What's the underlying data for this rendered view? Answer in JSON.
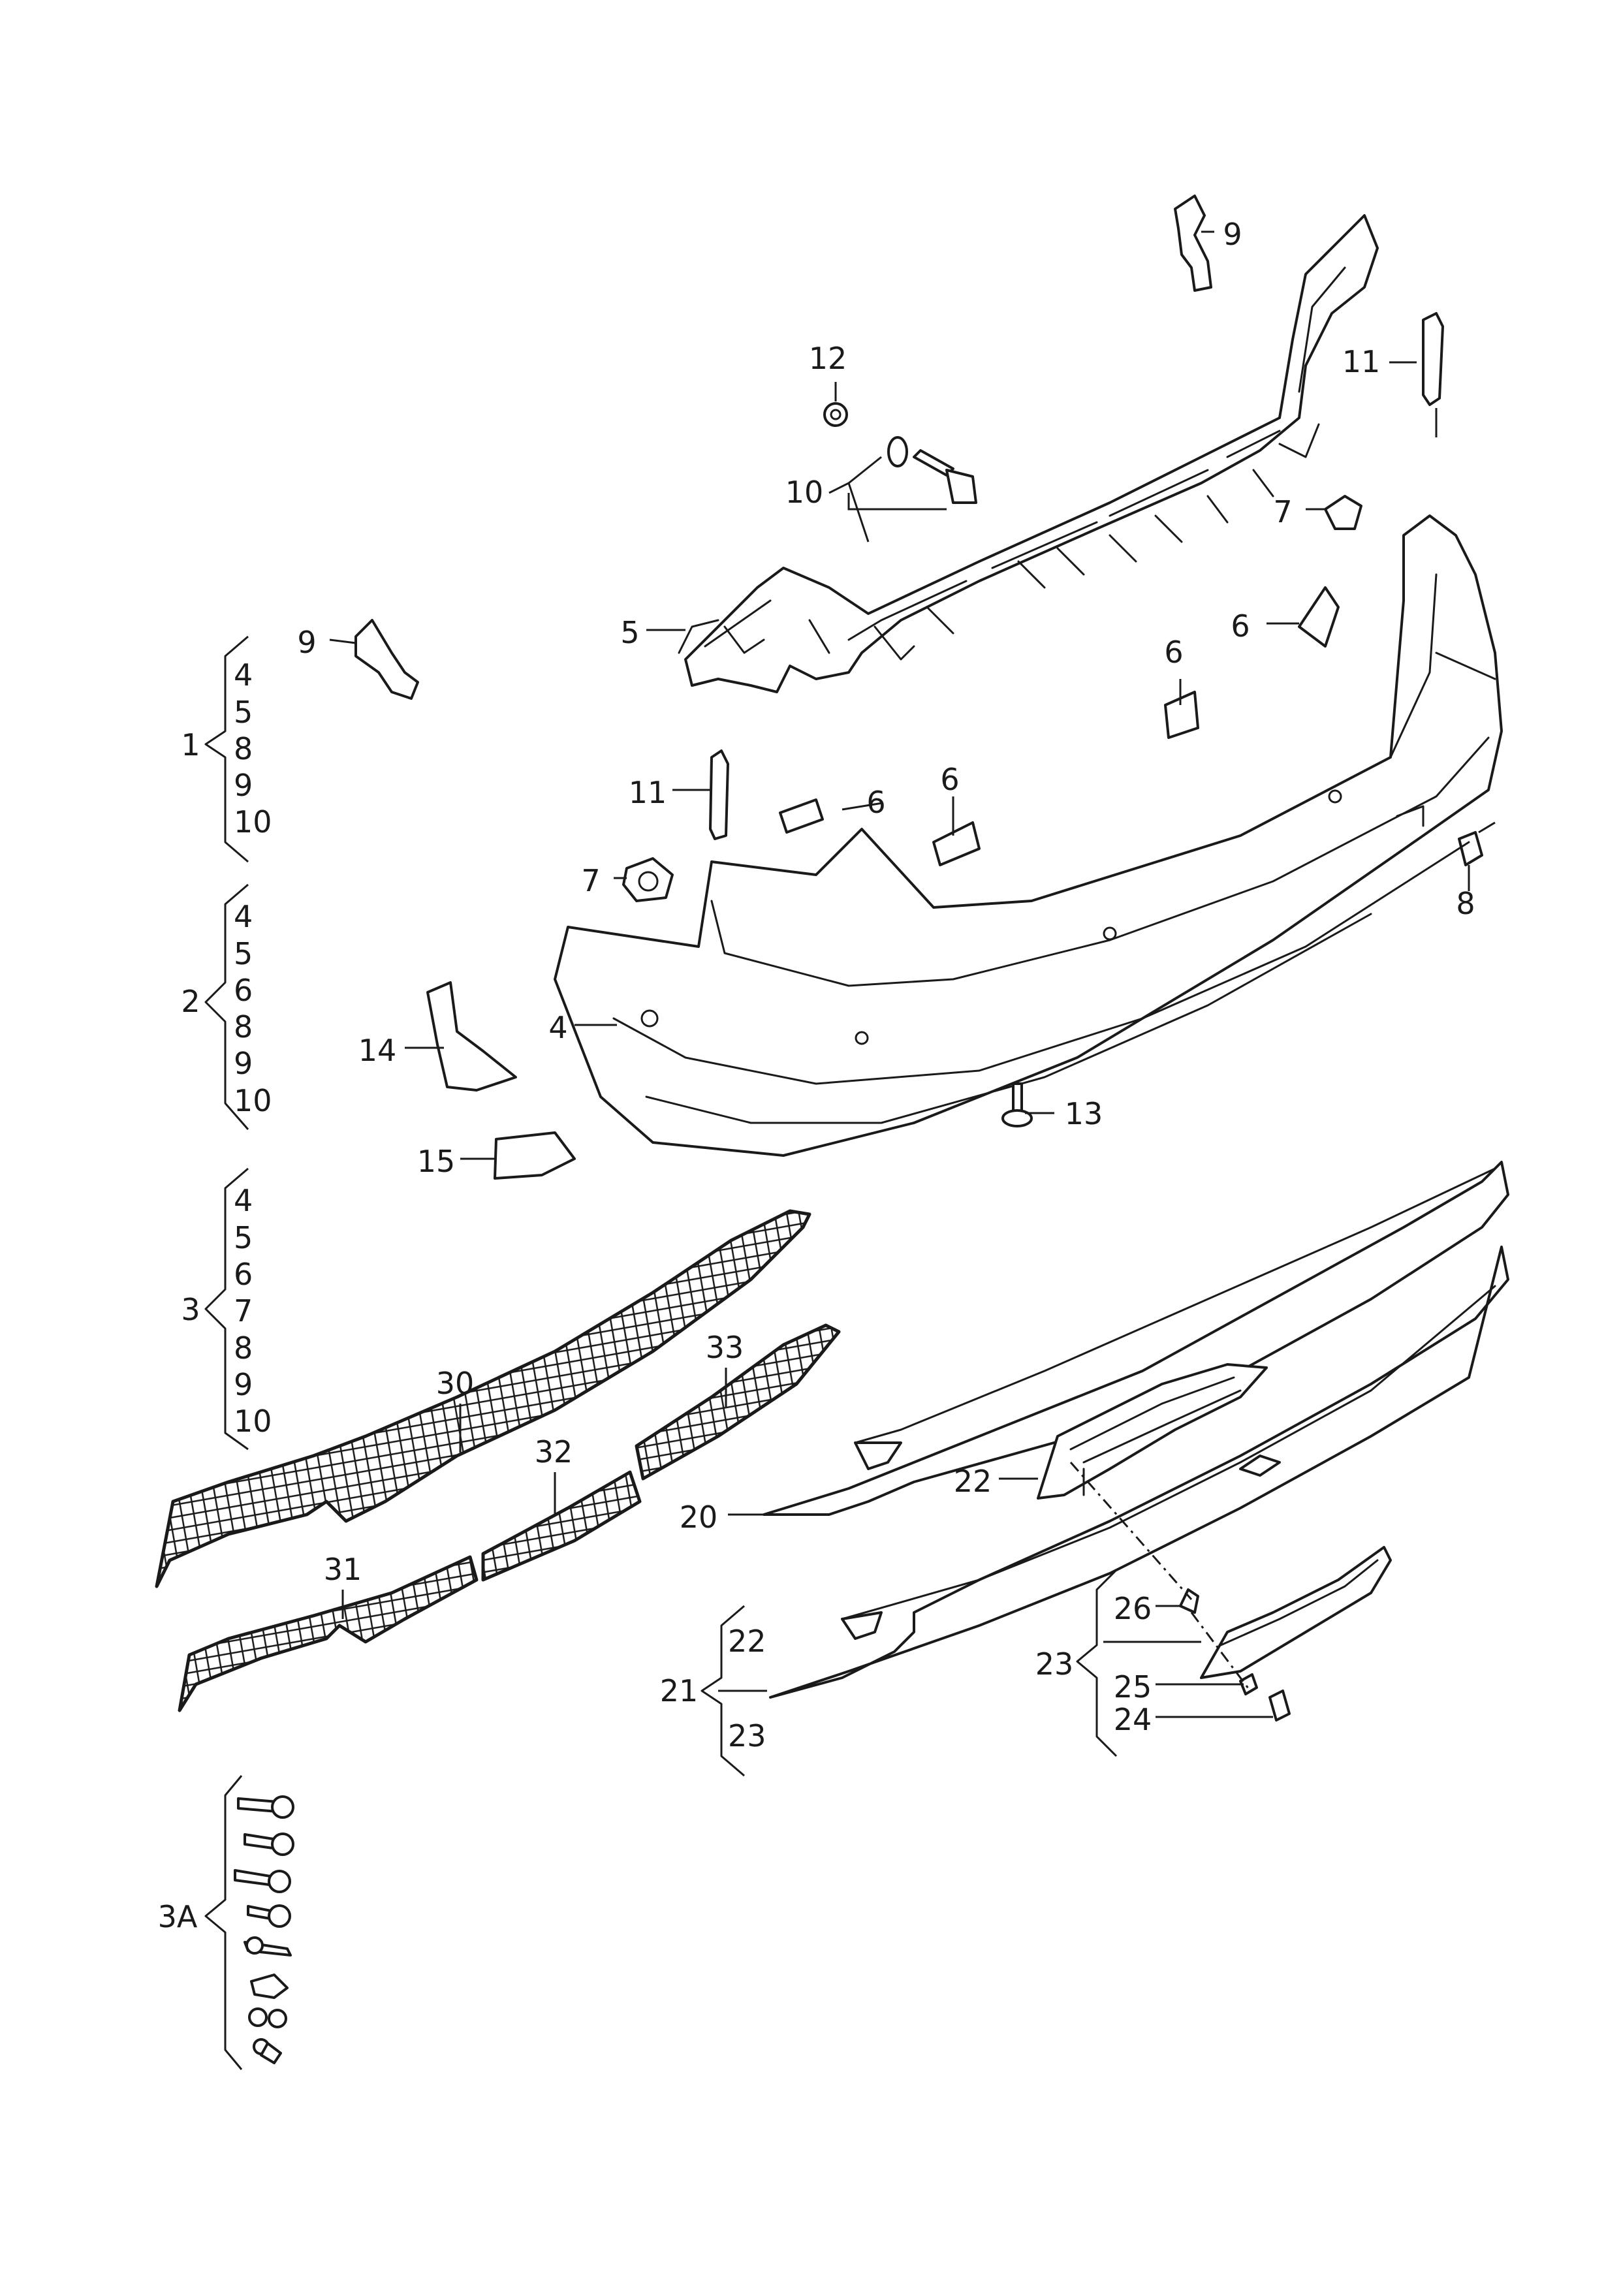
{
  "callouts": {
    "c9_top": "9",
    "c12": "12",
    "c10": "10",
    "c11_right": "11",
    "c7_right": "7",
    "c5": "5",
    "c9_left": "9",
    "c6_a": "6",
    "c6_b": "6",
    "c11_left": "11",
    "c6_c": "6",
    "c6_d": "6",
    "c7_left": "7",
    "c8": "8",
    "c14": "14",
    "c4": "4",
    "c13": "13",
    "c15": "15",
    "c30": "30",
    "c33": "33",
    "c32": "32",
    "c31": "31",
    "c20": "20",
    "c22": "22",
    "c26": "26",
    "c23": "23",
    "c25": "25",
    "c24": "24",
    "c21": "21"
  },
  "groups": [
    {
      "label": "1",
      "items": [
        "4",
        "5",
        "8",
        "9",
        "10"
      ]
    },
    {
      "label": "2",
      "items": [
        "4",
        "5",
        "6",
        "8",
        "9",
        "10"
      ]
    },
    {
      "label": "3",
      "items": [
        "4",
        "5",
        "6",
        "7",
        "8",
        "9",
        "10"
      ]
    },
    {
      "label": "21",
      "items": [
        "22",
        "23"
      ]
    },
    {
      "label": "3A",
      "items": []
    }
  ]
}
